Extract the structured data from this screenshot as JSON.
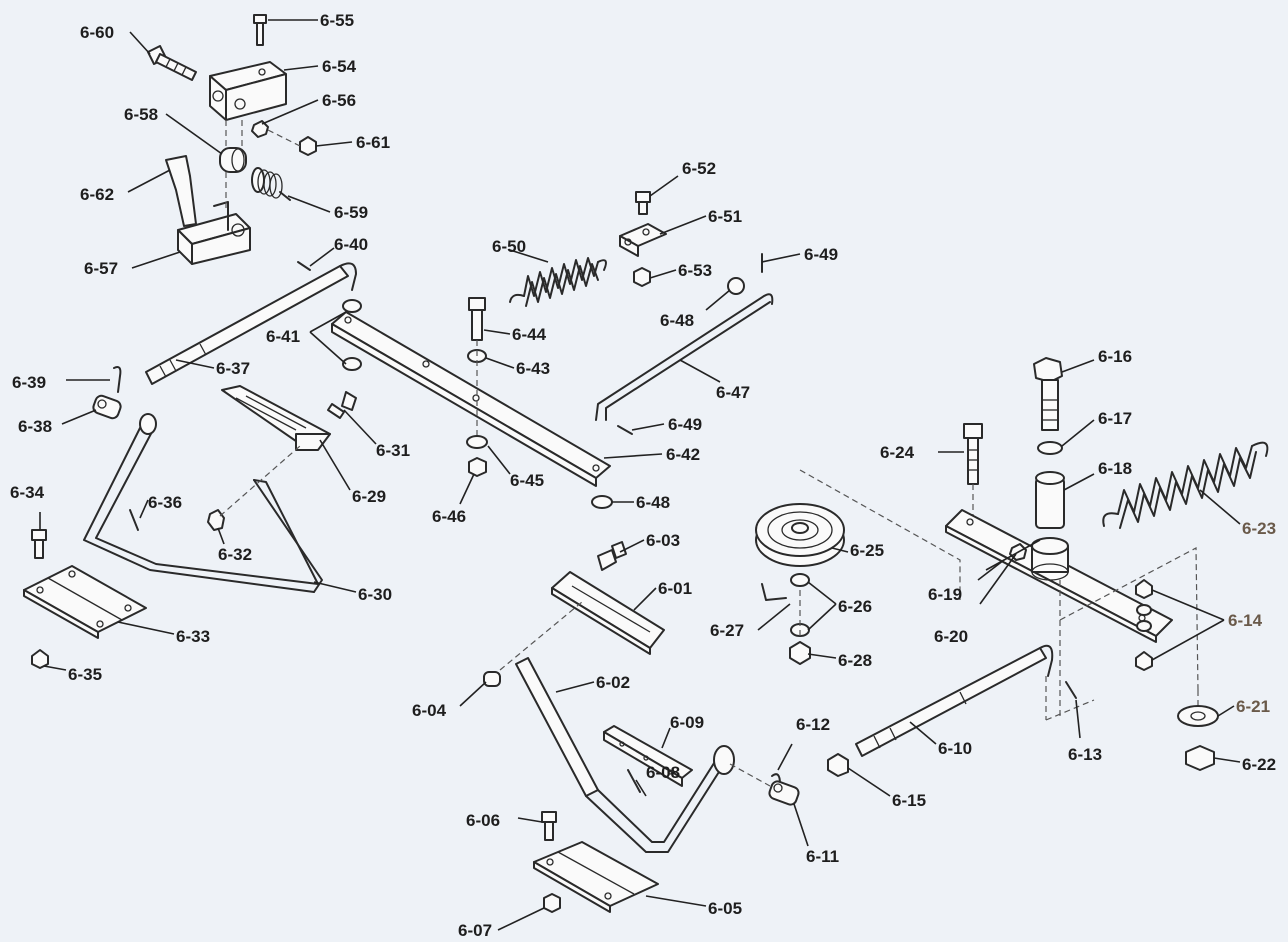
{
  "labels": {
    "p6_01": "6-01",
    "p6_02": "6-02",
    "p6_03": "6-03",
    "p6_04": "6-04",
    "p6_05": "6-05",
    "p6_06": "6-06",
    "p6_07": "6-07",
    "p6_08": "6-08",
    "p6_09": "6-09",
    "p6_10": "6-10",
    "p6_11": "6-11",
    "p6_12": "6-12",
    "p6_13": "6-13",
    "p6_14": "6-14",
    "p6_15": "6-15",
    "p6_16": "6-16",
    "p6_17": "6-17",
    "p6_18": "6-18",
    "p6_19": "6-19",
    "p6_20": "6-20",
    "p6_21": "6-21",
    "p6_22": "6-22",
    "p6_23": "6-23",
    "p6_24": "6-24",
    "p6_25": "6-25",
    "p6_26": "6-26",
    "p6_27": "6-27",
    "p6_28": "6-28",
    "p6_29": "6-29",
    "p6_30": "6-30",
    "p6_31": "6-31",
    "p6_32": "6-32",
    "p6_33": "6-33",
    "p6_34": "6-34",
    "p6_35": "6-35",
    "p6_36": "6-36",
    "p6_37": "6-37",
    "p6_38": "6-38",
    "p6_39": "6-39",
    "p6_40": "6-40",
    "p6_41": "6-41",
    "p6_42": "6-42",
    "p6_43": "6-43",
    "p6_44": "6-44",
    "p6_45": "6-45",
    "p6_46": "6-46",
    "p6_47": "6-47",
    "p6_48": "6-48",
    "p6_48b": "6-48",
    "p6_49": "6-49",
    "p6_49b": "6-49",
    "p6_50": "6-50",
    "p6_51": "6-51",
    "p6_52": "6-52",
    "p6_53": "6-53",
    "p6_54": "6-54",
    "p6_55": "6-55",
    "p6_56": "6-56",
    "p6_57": "6-57",
    "p6_58": "6-58",
    "p6_59": "6-59",
    "p6_60": "6-60",
    "p6_61": "6-61",
    "p6_62": "6-62"
  },
  "colors": {
    "background": "#eef2f7",
    "line": "#2a2a2a",
    "label": "#1e1e1e",
    "label_faded": "#6a5a4a"
  }
}
